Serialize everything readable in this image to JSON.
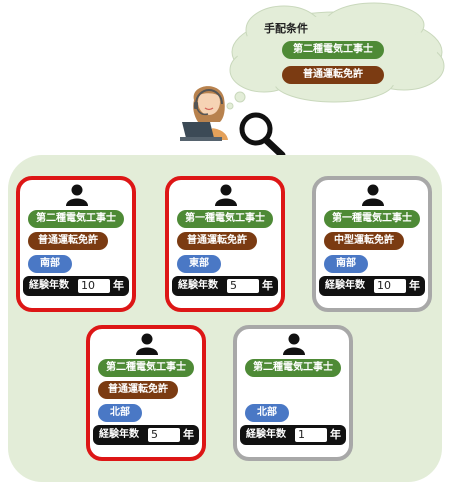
{
  "conditions": {
    "title": "手配条件",
    "items": [
      "第二種電気工事士",
      "普通運転免許"
    ]
  },
  "workers": [
    {
      "qualification": "第二種電気工事士",
      "license": "普通運転免許",
      "area": "南部",
      "exp_label": "経験年数",
      "exp_value": "10",
      "unit": "年",
      "selected": true
    },
    {
      "qualification": "第一種電気工事士",
      "license": "普通運転免許",
      "area": "東部",
      "exp_label": "経験年数",
      "exp_value": "5",
      "unit": "年",
      "selected": true
    },
    {
      "qualification": "第一種電気工事士",
      "license": "中型運転免許",
      "area": "南部",
      "exp_label": "経験年数",
      "exp_value": "10",
      "unit": "年",
      "selected": false
    },
    {
      "qualification": "第二種電気工事士",
      "license": "普通運転免許",
      "area": "北部",
      "exp_label": "経験年数",
      "exp_value": "5",
      "unit": "年",
      "selected": true
    },
    {
      "qualification": "第二種電気工事士",
      "license": "",
      "area": "北部",
      "exp_label": "経験年数",
      "exp_value": "1",
      "unit": "年",
      "selected": false
    }
  ],
  "colors": {
    "selected_border": "#dd1616",
    "unselected_border": "#a8a8a8",
    "qualification": "#4e8a36",
    "license": "#7b3b12",
    "area": "#4a78c5",
    "pool": "#e3edd8"
  },
  "icons": [
    "operator-icon",
    "magnifier-icon",
    "person-icon"
  ]
}
